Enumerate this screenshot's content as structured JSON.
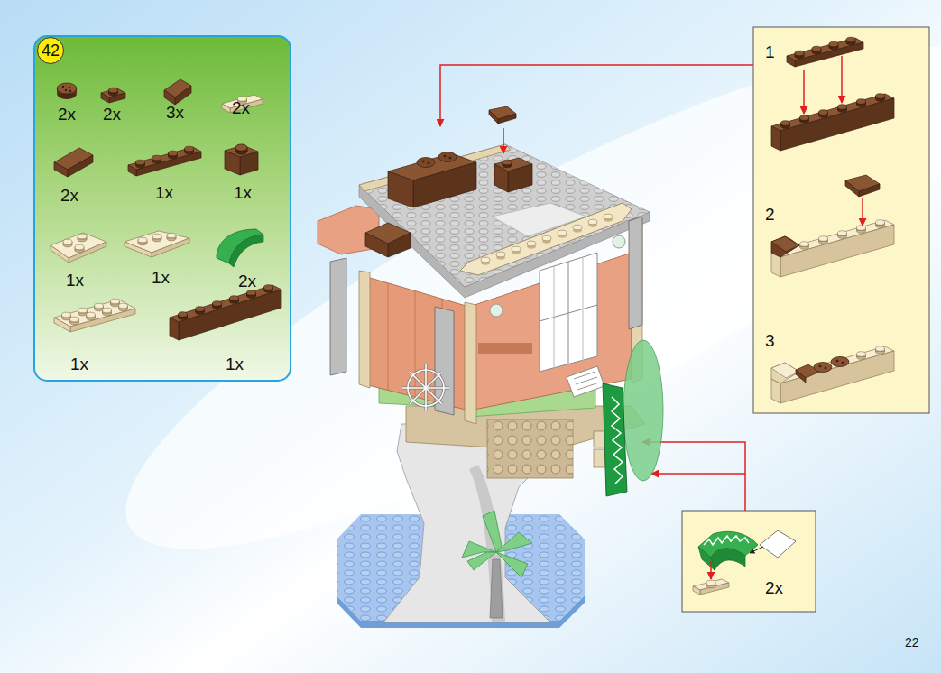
{
  "diagram": {
    "nodes": [
      {
        "text": [
          "2x",
          "2x",
          "3x",
          "2x",
          "2x",
          "1x",
          "1x",
          "1x",
          "1x",
          "2x",
          "1x",
          "1x"
        ]
      },
      {
        "text": [
          "42"
        ],
        "in": 0
      },
      {
        "text": [
          "1",
          "2",
          "3"
        ]
      },
      {
        "text": [
          "2x"
        ]
      }
    ],
    "labels": [
      "22"
    ]
  }
}
